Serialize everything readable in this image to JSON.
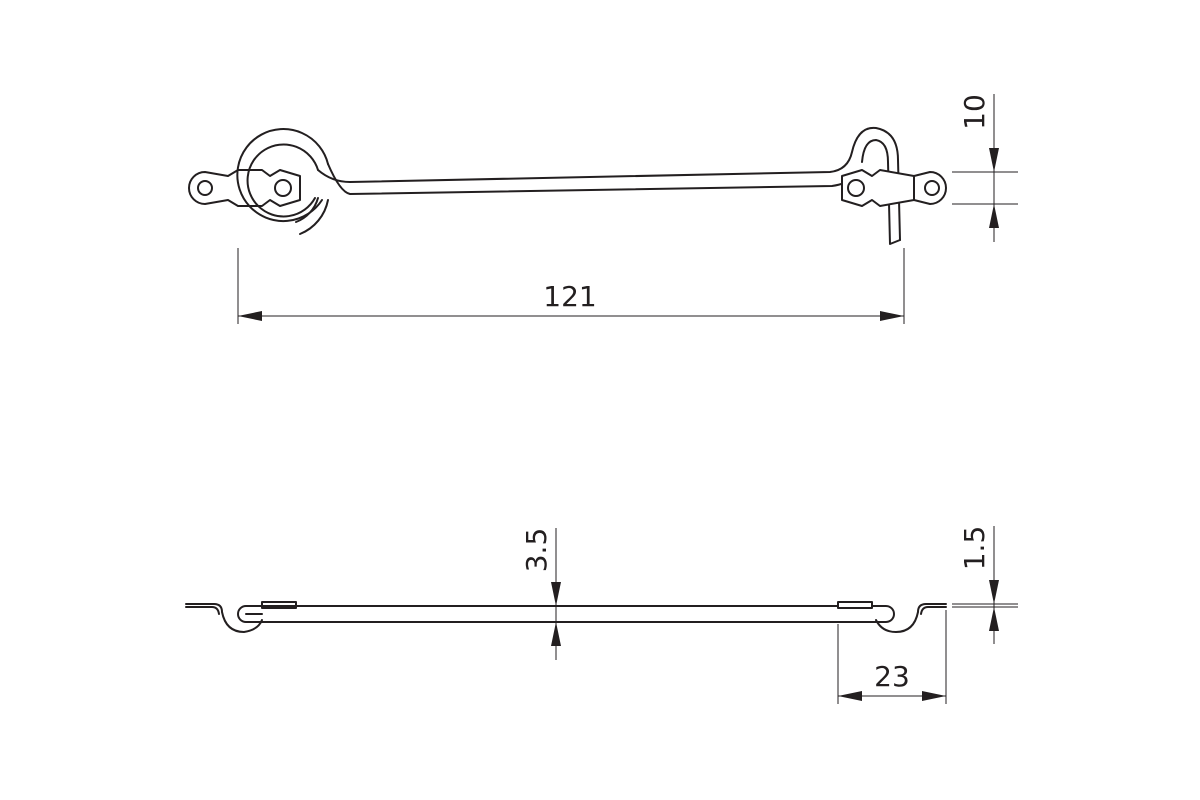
{
  "dimensions": {
    "length": "121",
    "hook_height": "10",
    "rod_height": "3.5",
    "plate_thickness": "1.5",
    "eye_offset": "23"
  }
}
